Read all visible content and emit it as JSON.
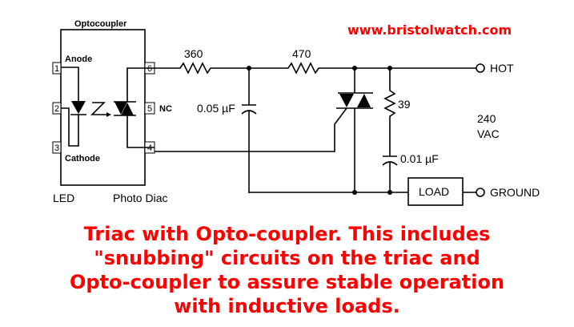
{
  "url": "www.bristolwatch.com",
  "optocoupler": {
    "title": "Optocoupler",
    "anode": "Anode",
    "cathode": "Cathode",
    "nc": "NC",
    "pins": [
      "1",
      "2",
      "3",
      "4",
      "5",
      "6"
    ],
    "led_label": "LED",
    "diac_label": "Photo Diac"
  },
  "components": {
    "r1": "360",
    "r2": "470",
    "r3": "39",
    "c1": "0.05 µF",
    "c2": "0.01 µF",
    "load": "LOAD"
  },
  "terminals": {
    "hot": "HOT",
    "ground": "GROUND",
    "voltage": "240",
    "vac": "VAC"
  },
  "caption": [
    "Triac with Opto-coupler. This includes",
    "\"snubbing\" circuits on the triac and",
    "Opto-coupler to assure stable operation",
    "with inductive loads."
  ]
}
